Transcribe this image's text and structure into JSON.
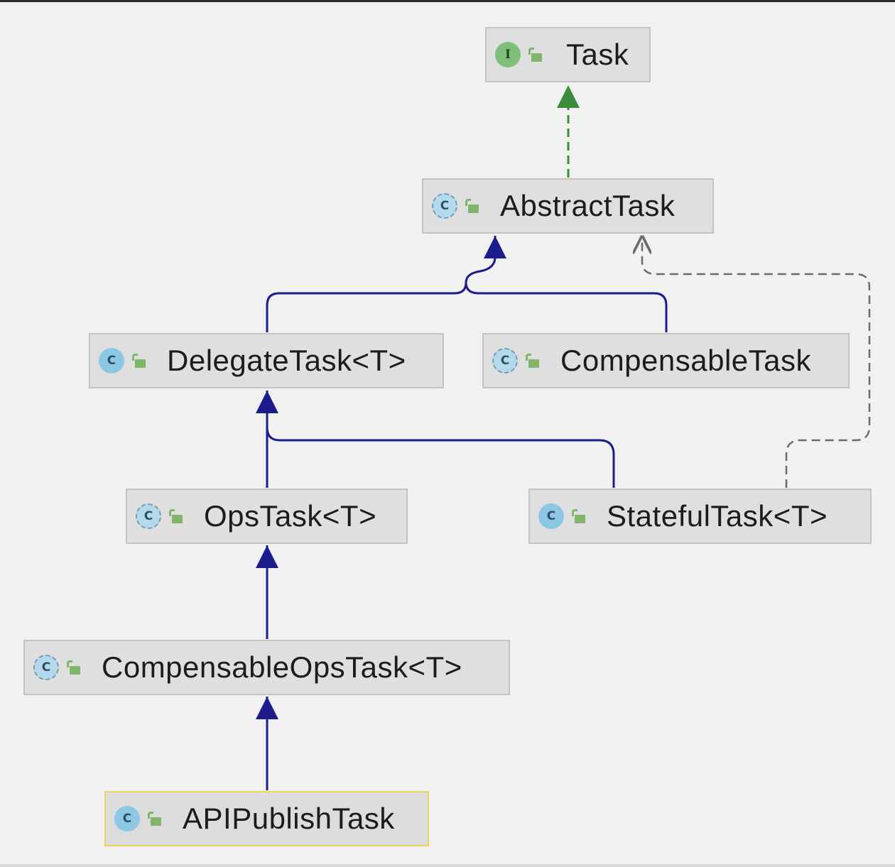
{
  "diagram": {
    "type": "class-hierarchy",
    "colors": {
      "background": "#f1f1f2",
      "node_fill": "#dfdfdf",
      "node_border": "#c3c3c3",
      "selected_border": "#e8d75a",
      "extends_edge": "#1c1c8c",
      "implements_edge": "#3c8c3c",
      "dashed_edge": "#6b6b6b",
      "class_badge": "#8cc7e4",
      "interface_badge": "#7fbf79",
      "lock_icon": "#7fb66a"
    },
    "nodes": [
      {
        "id": "task",
        "label": "Task",
        "kind": "interface",
        "badge": "I",
        "icon": "interface-icon"
      },
      {
        "id": "abstract_task",
        "label": "AbstractTask",
        "kind": "abstract-class",
        "badge": "C",
        "icon": "abstract-class-icon"
      },
      {
        "id": "delegate_task",
        "label": "DelegateTask<T>",
        "kind": "class",
        "badge": "C",
        "icon": "class-icon"
      },
      {
        "id": "compensable_task",
        "label": "CompensableTask",
        "kind": "abstract-class",
        "badge": "C",
        "icon": "abstract-class-icon"
      },
      {
        "id": "ops_task",
        "label": "OpsTask<T>",
        "kind": "abstract-class",
        "badge": "C",
        "icon": "abstract-class-icon"
      },
      {
        "id": "stateful_task",
        "label": "StatefulTask<T>",
        "kind": "class",
        "badge": "C",
        "icon": "class-icon"
      },
      {
        "id": "compensable_ops_task",
        "label": "CompensableOpsTask<T>",
        "kind": "abstract-class",
        "badge": "C",
        "icon": "abstract-class-icon"
      },
      {
        "id": "api_publish_task",
        "label": "APIPublishTask",
        "kind": "class",
        "badge": "C",
        "icon": "class-icon",
        "selected": true
      }
    ],
    "edges": [
      {
        "from": "abstract_task",
        "to": "task",
        "relation": "implements"
      },
      {
        "from": "delegate_task",
        "to": "abstract_task",
        "relation": "extends"
      },
      {
        "from": "compensable_task",
        "to": "abstract_task",
        "relation": "extends"
      },
      {
        "from": "stateful_task",
        "to": "abstract_task",
        "relation": "dependency"
      },
      {
        "from": "ops_task",
        "to": "delegate_task",
        "relation": "extends"
      },
      {
        "from": "stateful_task",
        "to": "delegate_task",
        "relation": "extends"
      },
      {
        "from": "compensable_ops_task",
        "to": "ops_task",
        "relation": "extends"
      },
      {
        "from": "api_publish_task",
        "to": "compensable_ops_task",
        "relation": "extends"
      }
    ]
  }
}
